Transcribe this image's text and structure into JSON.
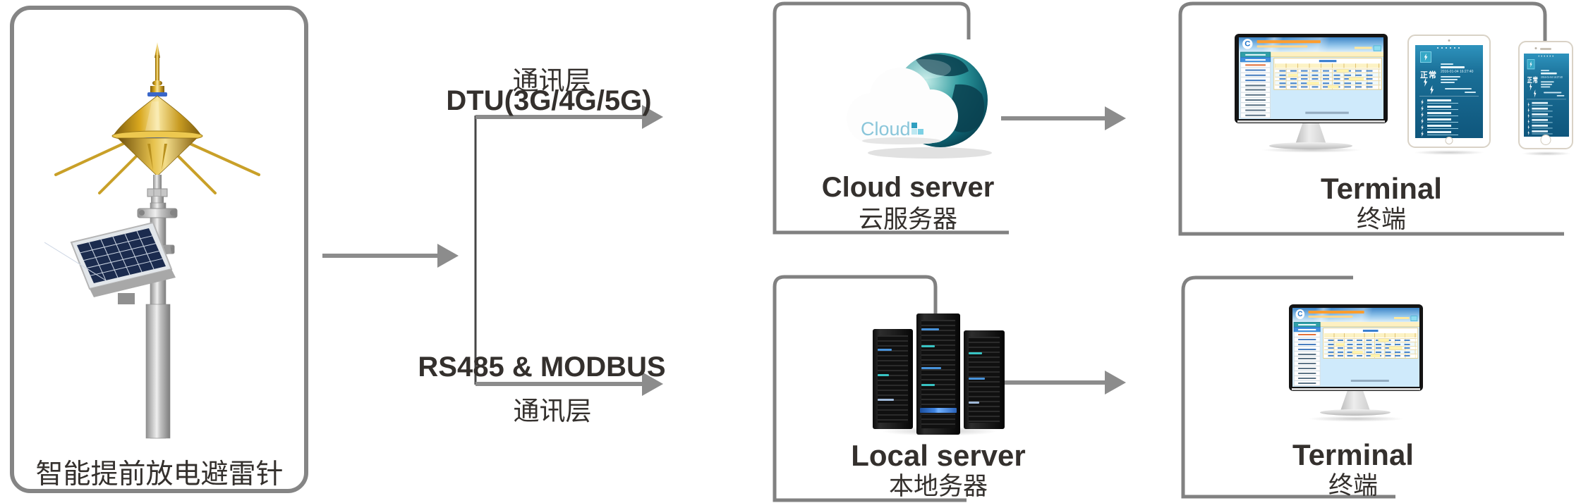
{
  "colors": {
    "box_border": "#828282",
    "arrow": "#8c8c8c",
    "branch_line": "#454545",
    "text": "#34302d",
    "app_screen_blue": "#1a6f97",
    "teal_icon": "#35a7c6",
    "gold": "#d9a81f",
    "banner_blue": "#3f86c8",
    "table_cream": "#fcf2c4",
    "page_bg": "#cfeafb"
  },
  "source_box": {
    "label": "智能提前放电避雷针"
  },
  "links": {
    "top": {
      "line1": "通讯层",
      "line2": "DTU(3G/4G/5G)"
    },
    "bottom": {
      "line1": "RS485 & MODBUS",
      "line2": "通讯层"
    }
  },
  "cloud_server": {
    "title": "Cloud server",
    "subtitle": "云服务器",
    "cloud_text": "Cloud"
  },
  "local_server": {
    "title": "Local server",
    "subtitle": "本地务器"
  },
  "terminal_top": {
    "title": "Terminal",
    "subtitle": "终端"
  },
  "terminal_bottom": {
    "title": "Terminal",
    "subtitle": "终端"
  },
  "screens": {
    "webpage": {
      "logo": "C"
    },
    "app": {
      "status": "正常",
      "time": "2016-01-04 16:27:40"
    }
  }
}
